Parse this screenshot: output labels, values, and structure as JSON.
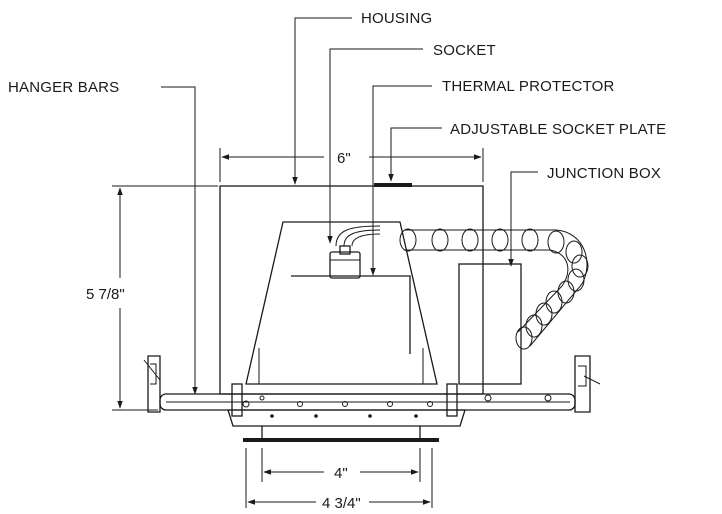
{
  "callouts": {
    "housing": "HOUSING",
    "socket": "SOCKET",
    "thermal_protector": "THERMAL PROTECTOR",
    "adjustable_socket_plate": "ADJUSTABLE SOCKET PLATE",
    "junction_box": "JUNCTION BOX",
    "hanger_bars": "HANGER BARS"
  },
  "dimensions": {
    "width": "6\"",
    "height": "5 7/8\"",
    "aperture": "4\"",
    "trim": "4 3/4\""
  }
}
